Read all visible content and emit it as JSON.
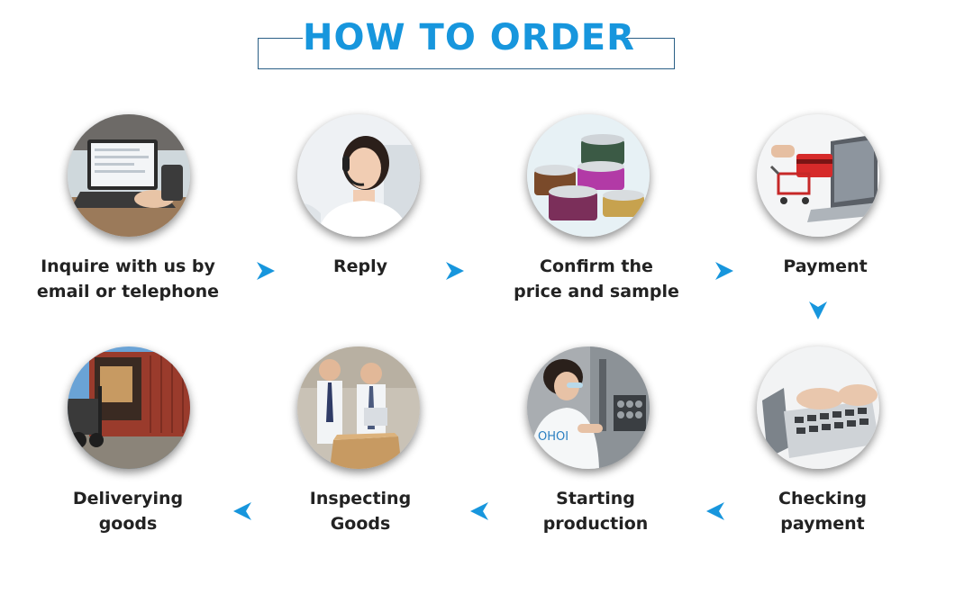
{
  "title": "HOW TO ORDER",
  "accent_color": "#1796dd",
  "steps": [
    {
      "label": "Inquire with us by\nemail or telephone",
      "icon": "laptop-typing-icon"
    },
    {
      "label": "Reply",
      "icon": "headset-operator-icon"
    },
    {
      "label": "Confirm the\nprice and sample",
      "icon": "wire-spools-icon"
    },
    {
      "label": "Payment",
      "icon": "credit-card-cart-icon"
    },
    {
      "label": "Checking\npayment",
      "icon": "keyboard-typing-icon"
    },
    {
      "label": "Starting\nproduction",
      "icon": "factory-worker-icon"
    },
    {
      "label": "Inspecting\nGoods",
      "icon": "inspectors-box-icon"
    },
    {
      "label": "Deliverying\ngoods",
      "icon": "forklift-container-icon"
    }
  ]
}
